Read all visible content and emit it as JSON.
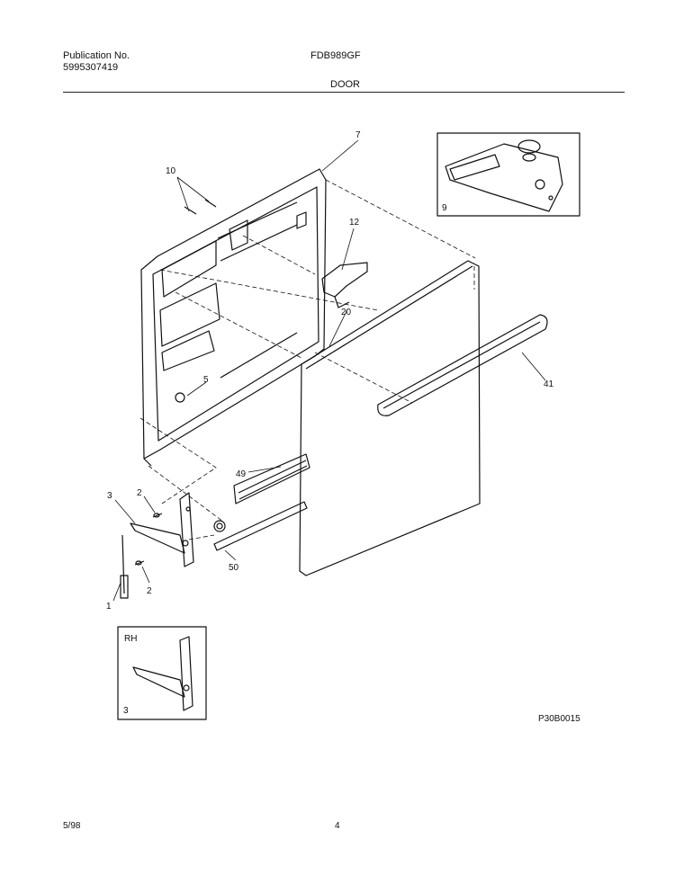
{
  "header": {
    "publication_label": "Publication No.",
    "publication_number": "5995307419",
    "model": "FDB989GF",
    "section": "DOOR"
  },
  "callouts": {
    "p7": "7",
    "p10": "10",
    "p12": "12",
    "p9": "9",
    "p20": "20",
    "p5": "5",
    "p41": "41",
    "p49": "49",
    "p2a": "2",
    "p2b": "2",
    "p3": "3",
    "p50": "50",
    "p1": "1",
    "inset_rh": "RH",
    "inset_p3": "3"
  },
  "diagram_code": "P30B0015",
  "footer": {
    "date": "5/98",
    "page": "4"
  }
}
